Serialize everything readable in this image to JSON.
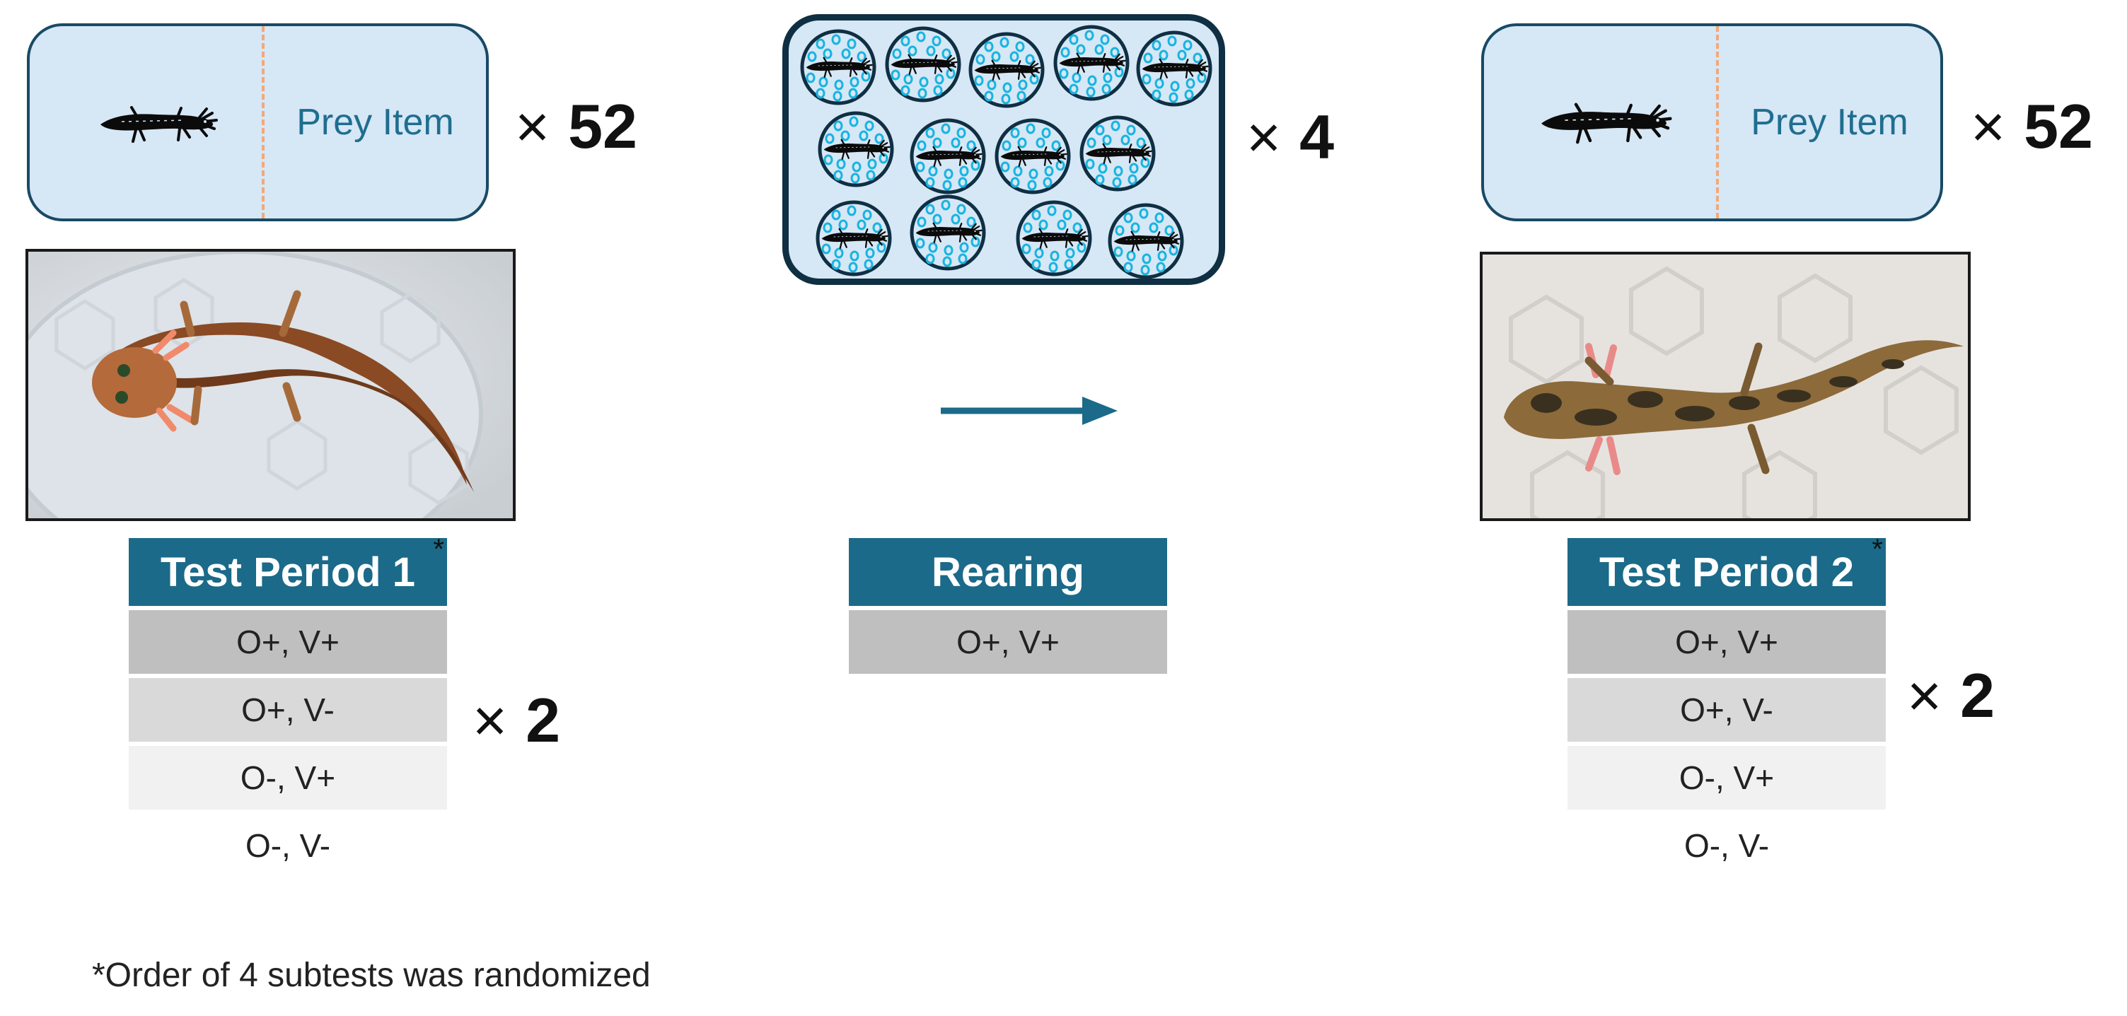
{
  "left": {
    "chamber_label": "Prey Item",
    "chamber_multiplier_symbol": "×",
    "chamber_multiplier_value": "52",
    "table_title": "Test Period 1",
    "table_note_marker": "*",
    "conditions": [
      "O+, V+",
      "O+, V-",
      "O-, V+",
      "O-,  V-"
    ],
    "conditions_multiplier_symbol": "×",
    "conditions_multiplier_value": "2"
  },
  "center": {
    "tray_multiplier_symbol": "×",
    "tray_multiplier_value": "4",
    "table_title": "Rearing",
    "conditions": [
      "O+, V+"
    ]
  },
  "right": {
    "chamber_label": "Prey Item",
    "chamber_multiplier_symbol": "×",
    "chamber_multiplier_value": "52",
    "table_title": "Test Period 2",
    "table_note_marker": "*",
    "conditions": [
      "O+, V+",
      "O+, V-",
      "O-, V+",
      "O-,  V-"
    ],
    "conditions_multiplier_symbol": "×",
    "conditions_multiplier_value": "2"
  },
  "footnote": "*Order of 4 subtests was randomized",
  "colors": {
    "chamber_fill": "#d6e7f6",
    "chamber_border": "#184a65",
    "divider": "#f2a97a",
    "prey_text": "#1f6e8f",
    "header_fill": "#1b6a89",
    "arrow": "#1b6a89",
    "egg_ring": "#18b4e0"
  }
}
